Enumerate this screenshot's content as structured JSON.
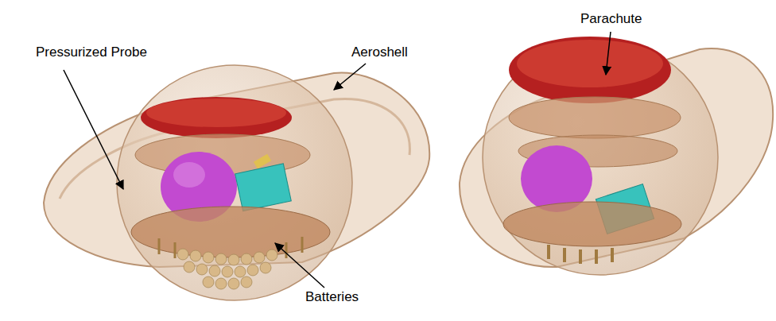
{
  "diagram": {
    "labels": [
      "Pressurized Probe",
      "Aeroshell",
      "Batteries",
      "Parachute"
    ]
  }
}
